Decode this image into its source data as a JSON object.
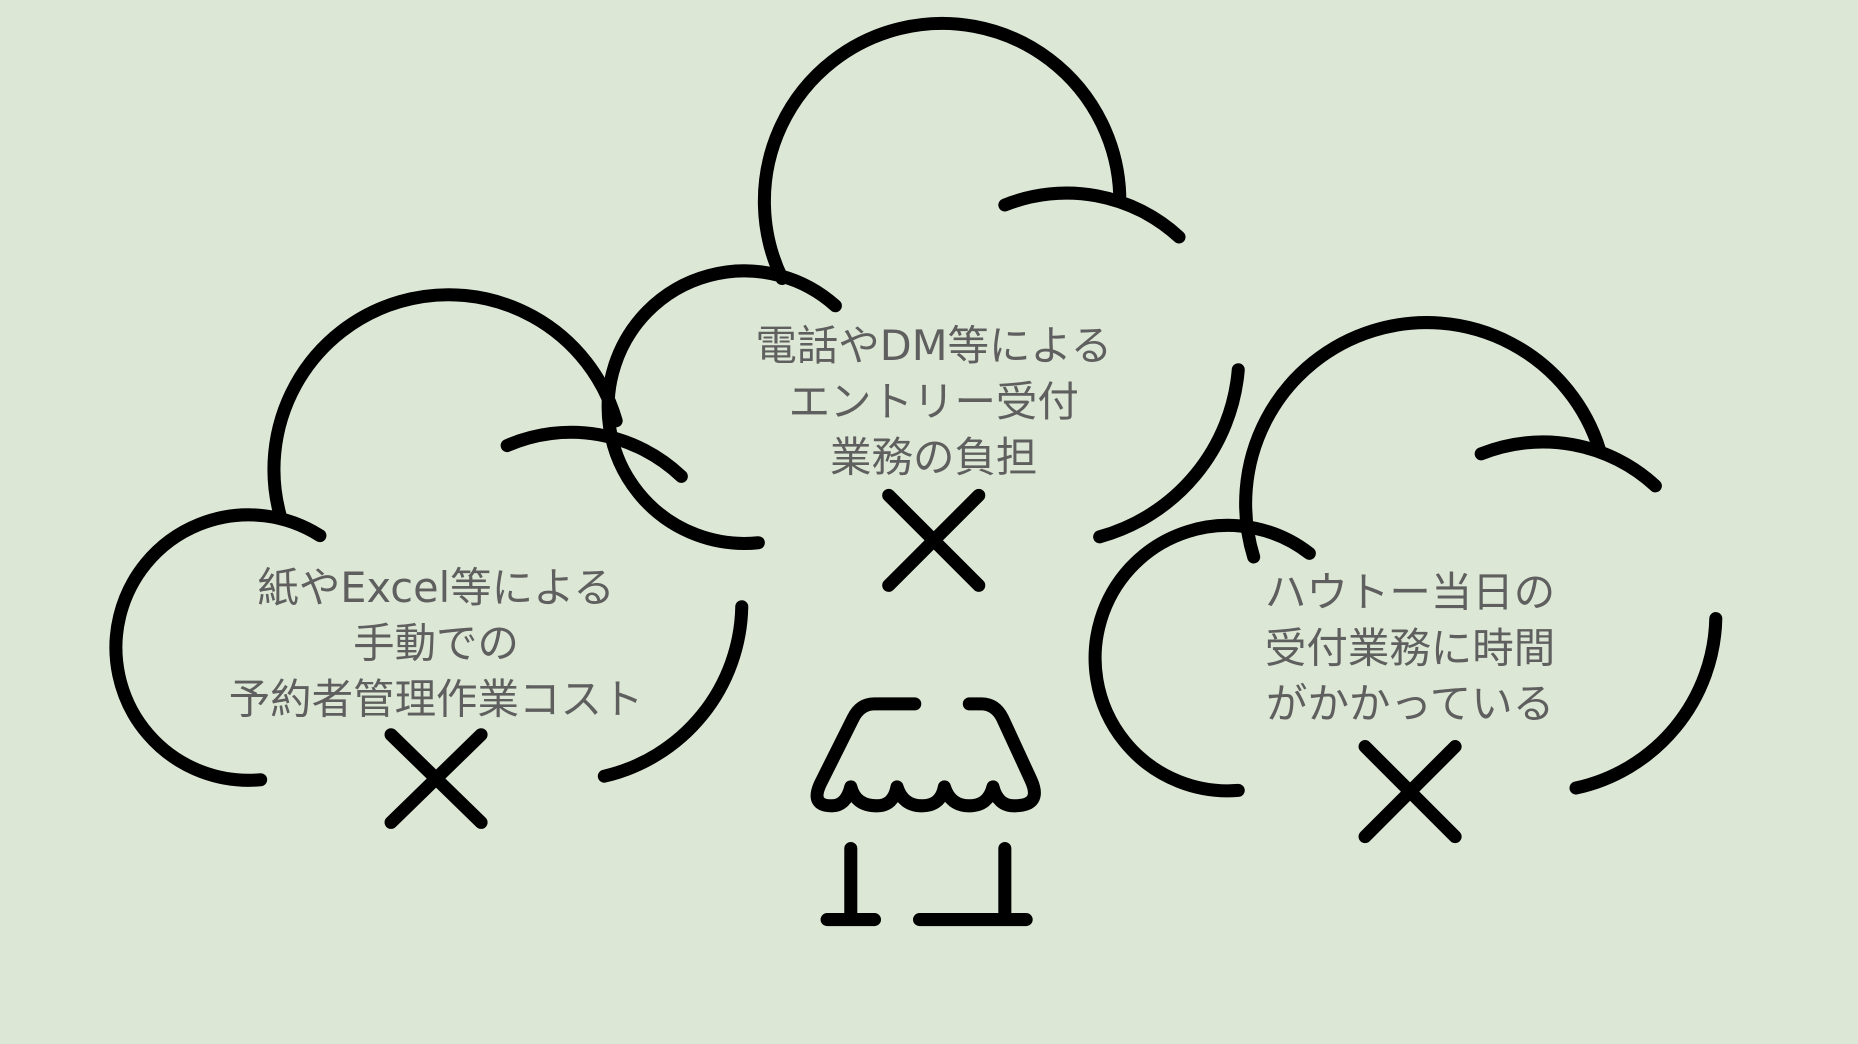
{
  "background": "#dce8d5",
  "clouds": [
    {
      "lines": [
        "紙やExcel等による",
        "手動での",
        "予約者管理作業コスト"
      ],
      "mark": "x-icon"
    },
    {
      "lines": [
        "電話やDM等による",
        "エントリー受付",
        "業務の負担"
      ],
      "mark": "x-icon"
    },
    {
      "lines": [
        "ハウトー当日の",
        "受付業務に時間",
        "がかかっている"
      ],
      "mark": "x-icon"
    }
  ],
  "center_icon": "store-icon"
}
